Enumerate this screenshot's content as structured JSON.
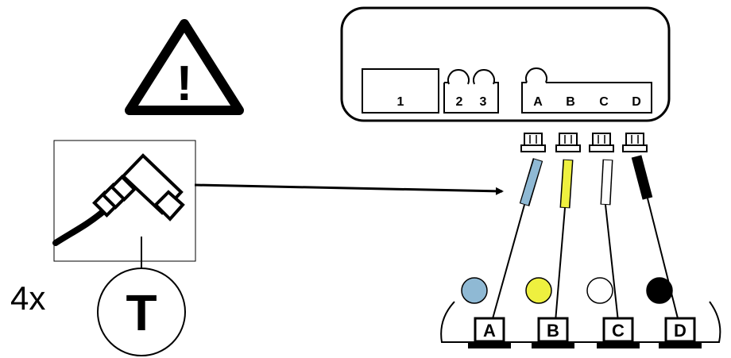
{
  "warning": {
    "icon": "warning-triangle-icon",
    "symbol": "!"
  },
  "quantity_label": "4x",
  "tool_label": "T",
  "device_ports": [
    {
      "label": "1"
    },
    {
      "label": "2"
    },
    {
      "label": "3"
    },
    {
      "label": "A"
    },
    {
      "label": "B"
    },
    {
      "label": "C"
    },
    {
      "label": "D"
    }
  ],
  "cables": [
    {
      "label": "A",
      "color": "#8fb9d4"
    },
    {
      "label": "B",
      "color": "#eef03f"
    },
    {
      "label": "C",
      "color": "#ffffff"
    },
    {
      "label": "D",
      "color": "#000000"
    }
  ],
  "icons": [
    "warning-triangle-icon",
    "plug-icon",
    "arrow-icon"
  ]
}
